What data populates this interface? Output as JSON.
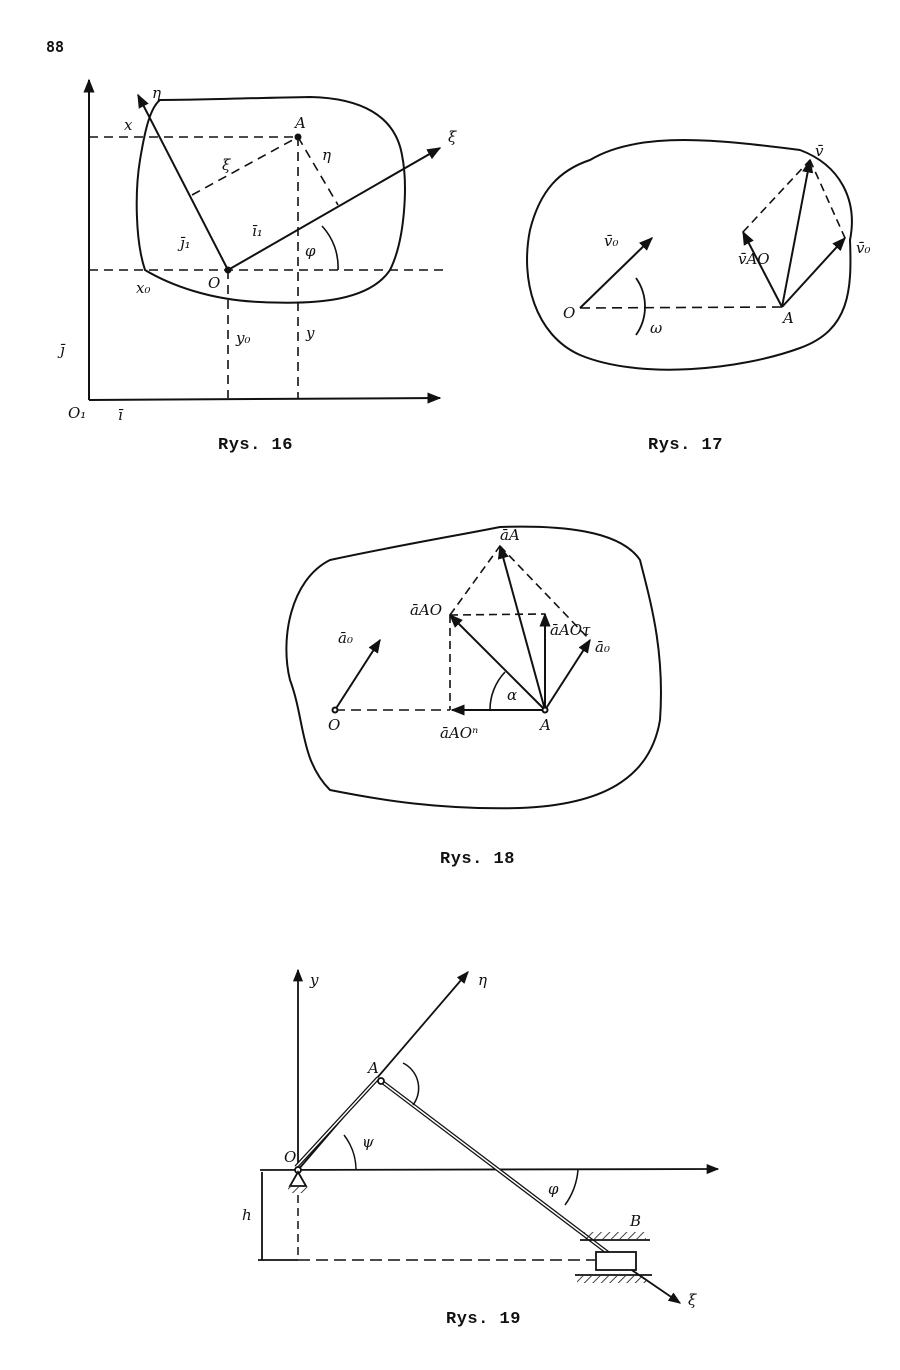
{
  "page": {
    "number": "88"
  },
  "figures": [
    {
      "id": "fig16",
      "caption": "Rys. 16",
      "labels": {
        "eta_axis": "η",
        "xi_axis": "ξ",
        "x": "x",
        "A": "A",
        "xi": "ξ",
        "eta": "η",
        "j1": "j̄₁",
        "i1": "ī₁",
        "phi": "φ",
        "O": "O",
        "x0": "x₀",
        "y0": "y₀",
        "y": "y",
        "j": "j̄",
        "O1": "O₁",
        "i": "ī"
      }
    },
    {
      "id": "fig17",
      "caption": "Rys. 17",
      "labels": {
        "v": "v̄",
        "vo_left": "v̄₀",
        "vAO": "v̄AO",
        "vo_right": "v̄₀",
        "O": "O",
        "A": "A",
        "omega": "ω"
      }
    },
    {
      "id": "fig18",
      "caption": "Rys. 18",
      "labels": {
        "aA": "āA",
        "aAO": "āAO",
        "aAO_tau": "āAOτ",
        "ao_right": "ā₀",
        "ao_left": "ā₀",
        "alpha": "α",
        "O": "O",
        "A": "A",
        "aAO_n": "āAOⁿ"
      }
    },
    {
      "id": "fig19",
      "caption": "Rys. 19",
      "labels": {
        "y": "y",
        "eta": "η",
        "A": "A",
        "O": "O",
        "psi": "ψ",
        "phi": "φ",
        "h": "h",
        "B": "B",
        "xi": "ξ"
      }
    }
  ]
}
